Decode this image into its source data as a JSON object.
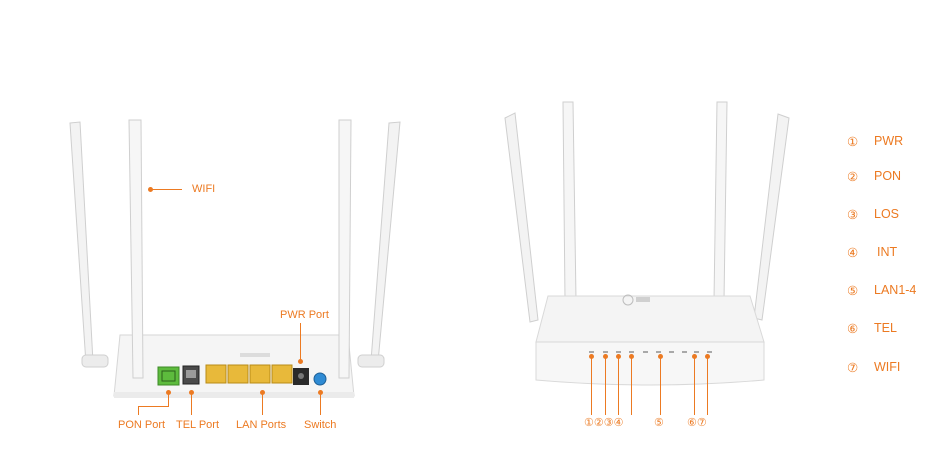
{
  "colors": {
    "accent": "#ec7a22",
    "body": "#f6f6f6",
    "edge": "#d9d9d9",
    "lan": "#e8b93a",
    "pon": "#5dbb3d",
    "switch": "#2f8bd4"
  },
  "left_view": {
    "wifi_label": "WIFI",
    "pwr_port_label": "PWR  Port",
    "pon_port_label": "PON Port",
    "tel_port_label": "TEL Port",
    "lan_ports_label": "LAN Ports",
    "switch_label": "Switch"
  },
  "right_view": {
    "led_numbers_group1": "①②③④",
    "led_number_5": "⑤",
    "led_numbers_group2": "⑥⑦",
    "legend": [
      {
        "num": "①",
        "label": "PWR"
      },
      {
        "num": "②",
        "label": "PON"
      },
      {
        "num": "③",
        "label": "LOS"
      },
      {
        "num": "④",
        "label": "INT"
      },
      {
        "num": "⑤",
        "label": "LAN1-4"
      },
      {
        "num": "⑥",
        "label": "TEL"
      },
      {
        "num": "⑦",
        "label": "WIFI"
      }
    ]
  }
}
